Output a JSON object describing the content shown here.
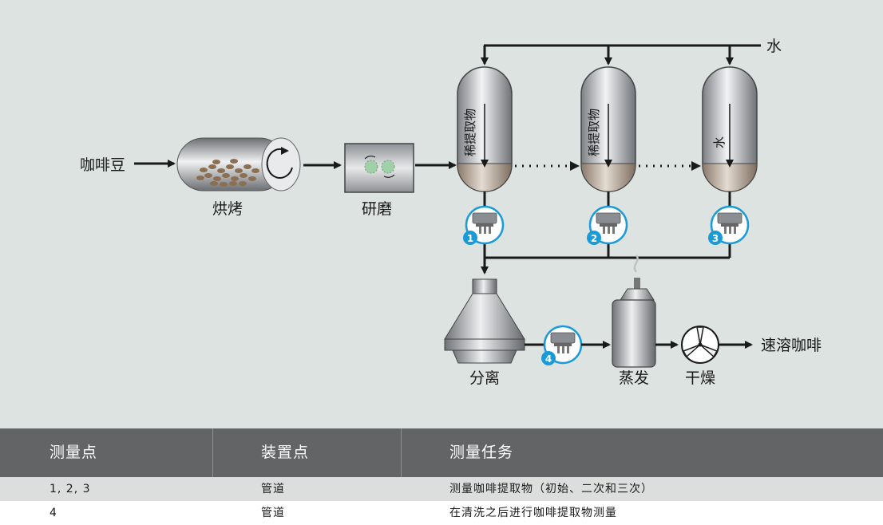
{
  "diagram": {
    "input_label": "咖啡豆",
    "water_label": "水",
    "roasting_label": "烘烤",
    "grinding_label": "研磨",
    "tank1_text": "稀提取物",
    "tank2_text": "稀提取物",
    "tank3_text": "水",
    "separation_label": "分离",
    "evaporation_label": "蒸发",
    "drying_label": "干燥",
    "output_label": "速溶咖啡",
    "sensor_numbers": [
      "1",
      "2",
      "3",
      "4"
    ],
    "colors": {
      "accent": "#1a9bd7",
      "background": "#dde3e1",
      "line": "#1a1a1a"
    }
  },
  "table": {
    "headers": [
      "测量点",
      "装置点",
      "测量任务"
    ],
    "rows": [
      [
        "1, 2, 3",
        "管道",
        "测量咖啡提取物（初始、二次和三次）"
      ],
      [
        "4",
        "管道",
        "在清洗之后进行咖啡提取物测量"
      ]
    ],
    "colors": {
      "header_bg": "#626466",
      "row_bg_1": "#dcdedd",
      "row_bg_2": "#ffffff"
    }
  }
}
